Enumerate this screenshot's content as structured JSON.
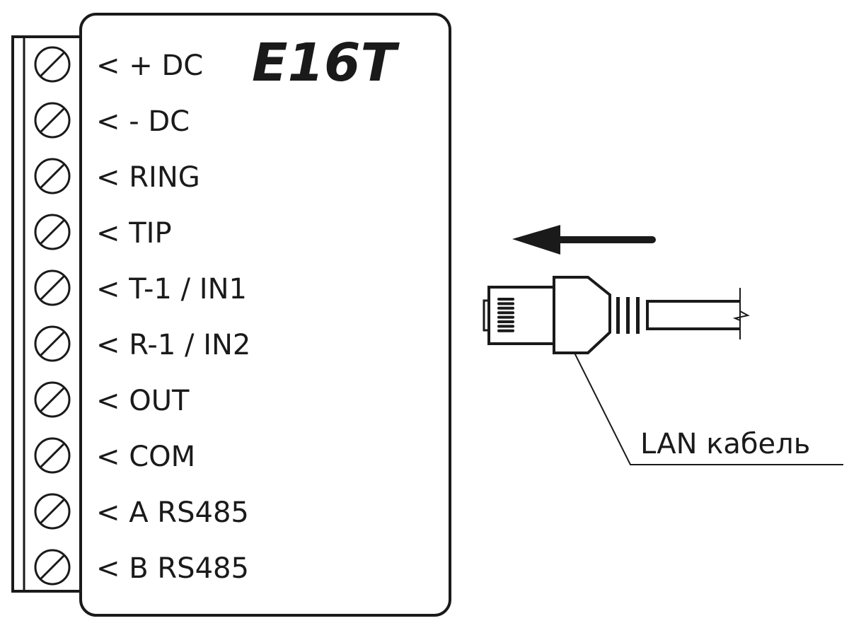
{
  "device": {
    "title": "E16T",
    "terminals": [
      "< + DC",
      "< - DC",
      "< RING",
      "< TIP",
      "< T-1 / IN1",
      "< R-1 / IN2",
      "< OUT",
      "< COM",
      "< A RS485",
      "< B RS485"
    ]
  },
  "cable": {
    "label": "LAN кабель"
  },
  "colors": {
    "stroke": "#1a1a1a",
    "background": "#ffffff"
  }
}
